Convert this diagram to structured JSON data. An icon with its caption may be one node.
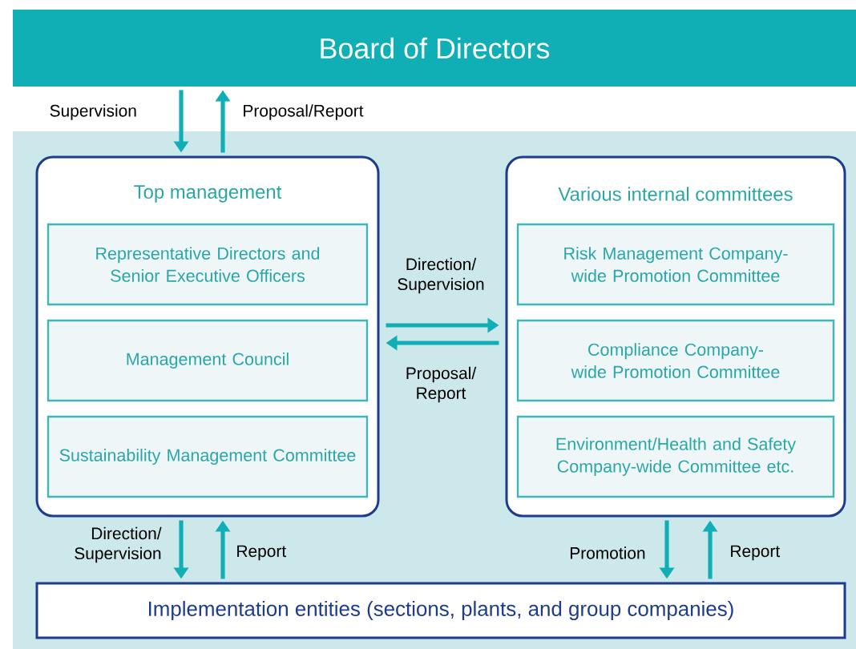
{
  "diagram": {
    "nodes": [
      {
        "text": [
          "Board of Directors"
        ]
      },
      {
        "text": [
          "Top management"
        ]
      },
      {
        "text": [
          "Representative Directors and Senior Executive Officers"
        ],
        "in": 1
      },
      {
        "text": [
          "Management Council"
        ],
        "in": 1
      },
      {
        "text": [
          "Sustainability Management Committee"
        ],
        "in": 1
      },
      {
        "text": [
          "Various internal committees"
        ]
      },
      {
        "text": [
          "Risk Management Company-wide Promotion Committee"
        ],
        "in": 5
      },
      {
        "text": [
          "Compliance Company-wide Promotion Committee"
        ],
        "in": 5
      },
      {
        "text": [
          "Environment/Health and Safety Company-wide Committee etc."
        ],
        "in": 5
      },
      {
        "text": [
          "Implementation entities (sections, plants, and group companies)"
        ]
      }
    ],
    "edges": [
      {
        "from": 0,
        "to": 1,
        "arrow": "to",
        "label": "Supervision"
      },
      {
        "from": 1,
        "to": 0,
        "arrow": "to",
        "label": "Proposal/Report"
      },
      {
        "from": 1,
        "to": 5,
        "arrow": "to",
        "label": "Direction/ Supervision"
      },
      {
        "from": 5,
        "to": 1,
        "arrow": "to",
        "label": "Proposal/ Report"
      },
      {
        "from": 1,
        "to": 9,
        "arrow": "to",
        "label": "Direction/ Supervision"
      },
      {
        "from": 9,
        "to": 1,
        "arrow": "to",
        "label": "Report"
      },
      {
        "from": 5,
        "to": 9,
        "arrow": "to",
        "label": "Promotion"
      },
      {
        "from": 9,
        "to": 5,
        "arrow": "to",
        "label": "Report"
      }
    ]
  }
}
